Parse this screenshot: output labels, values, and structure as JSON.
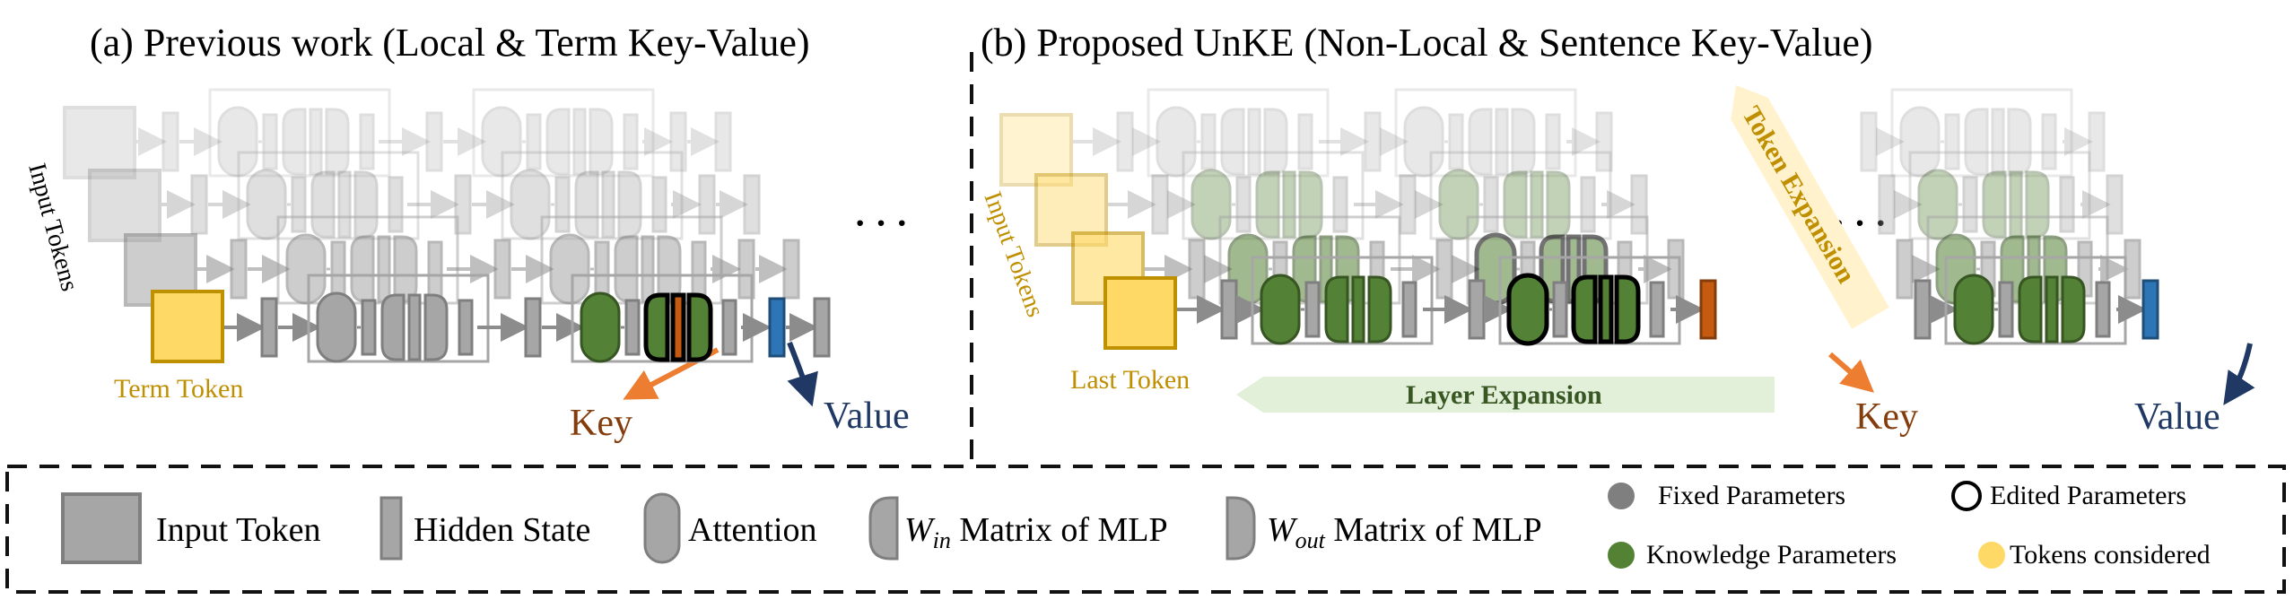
{
  "panel_a": {
    "title": "(a) Previous work (Local & Term Key-Value)",
    "input_tokens_label": "Input Tokens",
    "term_token_label": "Term Token",
    "key_label": "Key",
    "value_label": "Value",
    "ellipsis": "· · ·"
  },
  "panel_b": {
    "title": "(b) Proposed UnKE (Non-Local & Sentence Key-Value)",
    "input_tokens_label": "Input Tokens",
    "last_token_label": "Last Token",
    "token_expansion_label": "Token Expansion",
    "layer_expansion_label": "Layer Expansion",
    "key_label": "Key",
    "value_label": "Value",
    "ellipsis": "· · ·"
  },
  "legend": {
    "input_token": "Input Token",
    "hidden_state": "Hidden State",
    "attention": "Attention",
    "w_in": {
      "symbol": "W",
      "subscript": "in",
      "text": " Matrix of MLP"
    },
    "w_out": {
      "symbol": "W",
      "subscript": "out",
      "text": " Matrix of MLP"
    },
    "fixed_parameters": "Fixed Parameters",
    "edited_parameters": "Edited Parameters",
    "knowledge_parameters": "Knowledge Parameters",
    "tokens_considered": "Tokens considered"
  },
  "colors": {
    "gray_fill": "#a6a6a6",
    "gray_stroke": "#7f7f7f",
    "green_fill": "#538135",
    "green_stroke": "#375623",
    "token_yellow": "#ffd966",
    "token_yellow_stroke": "#bf9000",
    "key_orange": "#c55a11",
    "arrow_orange": "#ed7d31",
    "value_blue": "#2e75b6",
    "value_navy": "#1f3864",
    "label_gold": "#bf8f00",
    "layer_expansion_text": "#385723",
    "layer_expansion_band": "#e2efd9",
    "token_expansion_band": "#fff2cc",
    "token_expansion_text": "#bf8f00"
  }
}
